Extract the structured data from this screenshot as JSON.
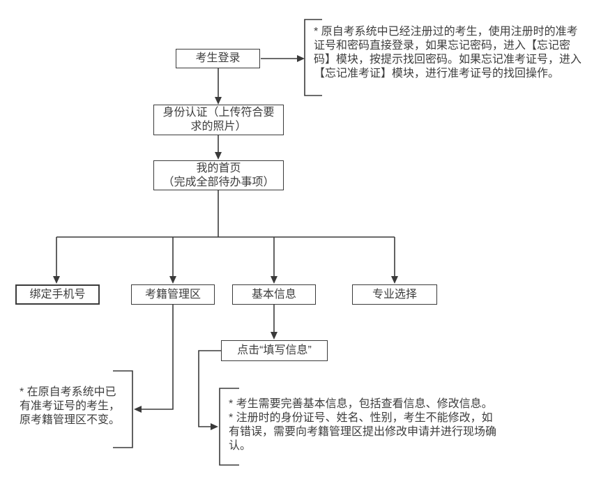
{
  "nodes": {
    "login": {
      "label": "考生登录"
    },
    "identity": {
      "label": "身份认证（上传符合要\n求的照片）"
    },
    "home": {
      "label": "我的首页\n（完成全部待办事项）"
    },
    "phone": {
      "label": "绑定手机号"
    },
    "registry": {
      "label": "考籍管理区"
    },
    "basic": {
      "label": "基本信息"
    },
    "major": {
      "label": "专业选择"
    },
    "fill_info": {
      "label": "点击“填写信息”"
    }
  },
  "notes": {
    "top_right": {
      "text": "* 原自考系统中已经注册过的考生，使用注册时的准考\n证号和密码直接登录，如果忘记密码，进入【忘记密\n码】模块，按提示找回密码。如果忘记准考证号，进入\n【忘记准考证】模块，进行准考证号的找回操作。"
    },
    "bottom_left": {
      "text": "* 在原自考系统中已\n有准考证号的考生，\n原考籍管理区不变。"
    },
    "bottom_right": {
      "text": "* 考生需要完善基本信息，包括查看信息、修改信息。\n* 注册时的身份证号、姓名、性别，考生不能修改，如\n有错误，需要向考籍管理区提出修改申请并进行现场确\n认。"
    }
  },
  "colors": {
    "line": "#3a3a3a",
    "text": "#3d3d3d",
    "node_bg": "#ffffff",
    "canvas_bg": "#ffffff"
  }
}
